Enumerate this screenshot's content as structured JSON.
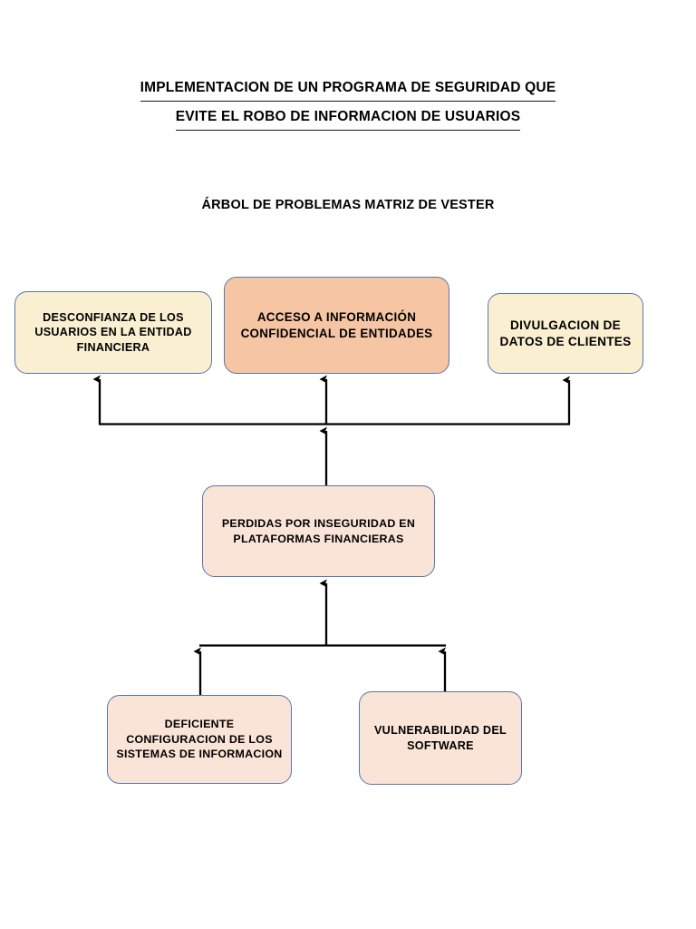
{
  "document": {
    "title_line_1": "IMPLEMENTACION DE UN PROGRAMA DE SEGURIDAD QUE",
    "title_line_2": "EVITE EL ROBO DE INFORMACION DE USUARIOS",
    "section_title": "ÁRBOL DE PROBLEMAS MATRIZ DE VESTER"
  },
  "colors": {
    "page_background": "#FFFFFF",
    "node_border": "#5777A8",
    "connector": "#000000",
    "text": "#000000",
    "fill_cream": "#FBEFD2",
    "fill_salmon": "#F6C6A4",
    "fill_peach": "#FAE4D8"
  },
  "diagram": {
    "type": "problem-tree",
    "levels": [
      {
        "name": "effects",
        "nodes": [
          {
            "id": "desconfianza",
            "label": "DESCONFIANZA DE LOS USUARIOS EN LA ENTIDAD FINANCIERA",
            "fill": "#FBEFD2"
          },
          {
            "id": "acceso",
            "label": "ACCESO A INFORMACIÓN CONFIDENCIAL DE ENTIDADES",
            "fill": "#F6C6A4"
          },
          {
            "id": "divulgacion",
            "label": "DIVULGACION DE DATOS DE CLIENTES",
            "fill": "#FBEFD2"
          }
        ]
      },
      {
        "name": "central-problem",
        "nodes": [
          {
            "id": "perdidas",
            "label": "PERDIDAS POR INSEGURIDAD EN PLATAFORMAS FINANCIERAS",
            "fill": "#FAE4D8"
          }
        ]
      },
      {
        "name": "causes",
        "nodes": [
          {
            "id": "deficiente",
            "label": "DEFICIENTE CONFIGURACION DE LOS SISTEMAS DE INFORMACION",
            "fill": "#FAE4D8"
          },
          {
            "id": "vulnerabilidad",
            "label": "VULNERABILIDAD DEL SOFTWARE",
            "fill": "#FAE4D8"
          }
        ]
      }
    ],
    "connections": [
      {
        "from": "perdidas",
        "to": "desconfianza",
        "arrow": "up"
      },
      {
        "from": "perdidas",
        "to": "acceso",
        "arrow": "up"
      },
      {
        "from": "perdidas",
        "to": "divulgacion",
        "arrow": "up"
      },
      {
        "from": "deficiente",
        "to": "perdidas",
        "arrow": "up"
      },
      {
        "from": "vulnerabilidad",
        "to": "perdidas",
        "arrow": "up"
      }
    ]
  }
}
